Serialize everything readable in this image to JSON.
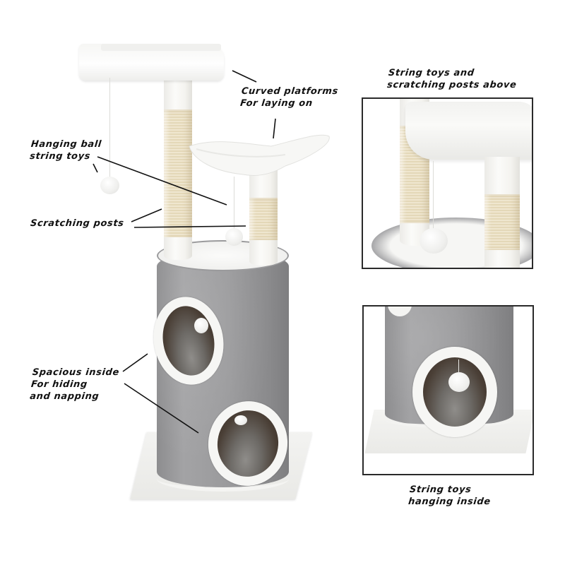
{
  "image": {
    "subject": "Cat tree tower with grey carpeted condo and white platforms",
    "background_color": "#ffffff",
    "colors": {
      "grey_fur": "#9a9a9c",
      "white_fur": "#f6f6f4",
      "sisal": "#e9dfc4",
      "interior": "#4a3f36",
      "frame_border": "#2a2a2a",
      "label_text": "#111111"
    }
  },
  "annotations": {
    "curved_platforms": "Curved platforms\nFor laying on",
    "hanging_ball": "Hanging ball\nstring toys",
    "scratching_posts": "Scratching posts",
    "spacious_inside": "Spacious inside\nFor hiding\nand napping"
  },
  "insets": [
    {
      "caption": "String toys and\nscratching posts above",
      "depicts": "Close-up of platforms, sisal posts and hanging ball"
    },
    {
      "caption": "String toys\nhanging inside",
      "depicts": "Close-up of condo opening with hanging ball inside"
    }
  ]
}
